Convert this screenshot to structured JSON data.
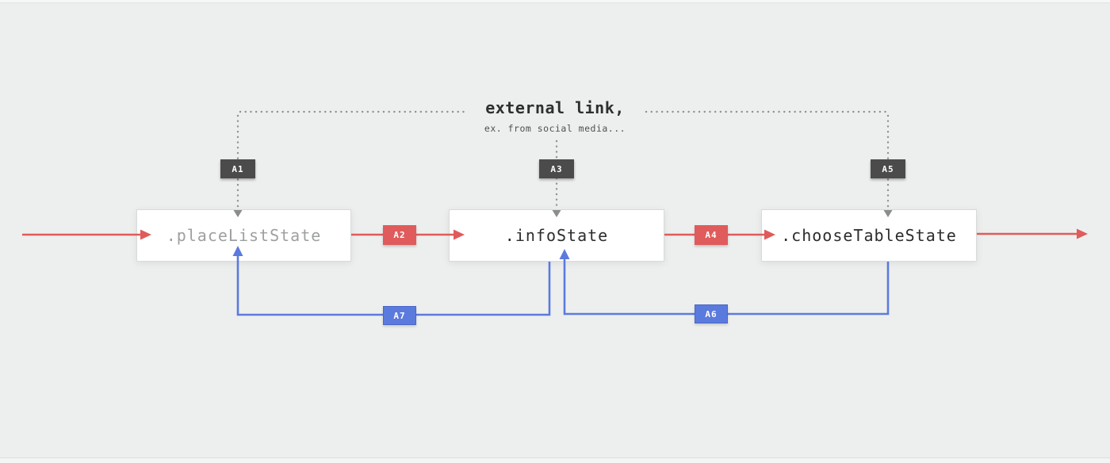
{
  "diagram": {
    "kind": "navigation-state-flow",
    "annotation": {
      "title": "external link,",
      "subtitle": "ex. from social media..."
    },
    "states": [
      {
        "label": ".placeListState",
        "style": "muted"
      },
      {
        "label": ".infoState",
        "style": "default"
      },
      {
        "label": ".chooseTableState",
        "style": "default"
      }
    ],
    "badges": [
      {
        "label": "A1",
        "kind": "dark"
      },
      {
        "label": "A2",
        "kind": "red"
      },
      {
        "label": "A3",
        "kind": "dark"
      },
      {
        "label": "A4",
        "kind": "red"
      },
      {
        "label": "A5",
        "kind": "dark"
      },
      {
        "label": "A6",
        "kind": "blue"
      },
      {
        "label": "A7",
        "kind": "blue"
      }
    ],
    "edges": [
      {
        "badge": "A1",
        "from": "external link",
        "to": ".placeListState",
        "style": "dotted-gray"
      },
      {
        "badge": "A2",
        "from": ".placeListState",
        "to": ".infoState",
        "style": "solid-red"
      },
      {
        "badge": "A3",
        "from": "external link",
        "to": ".infoState",
        "style": "dotted-gray"
      },
      {
        "badge": "A4",
        "from": ".infoState",
        "to": ".chooseTableState",
        "style": "solid-red"
      },
      {
        "badge": "A5",
        "from": "external link",
        "to": ".chooseTableState",
        "style": "dotted-gray"
      },
      {
        "badge": "A6",
        "from": ".chooseTableState",
        "to": ".infoState",
        "style": "solid-blue"
      },
      {
        "badge": "A7",
        "from": ".infoState",
        "to": ".placeListState",
        "style": "solid-blue"
      },
      {
        "badge": null,
        "from": "offscreen-left",
        "to": ".placeListState",
        "style": "solid-red"
      },
      {
        "badge": null,
        "from": ".chooseTableState",
        "to": "offscreen-right",
        "style": "solid-red"
      }
    ],
    "colors": {
      "background": "#edefee",
      "box_fill": "#ffffff",
      "box_border": "#d9dbda",
      "red_accent": "#e05b5b",
      "blue_accent": "#5b7ade",
      "dark_badge": "#4b4b4b",
      "dotted_gray": "#8f9193",
      "text_dark": "#2b2d2e",
      "text_muted": "#9da0a2"
    }
  }
}
